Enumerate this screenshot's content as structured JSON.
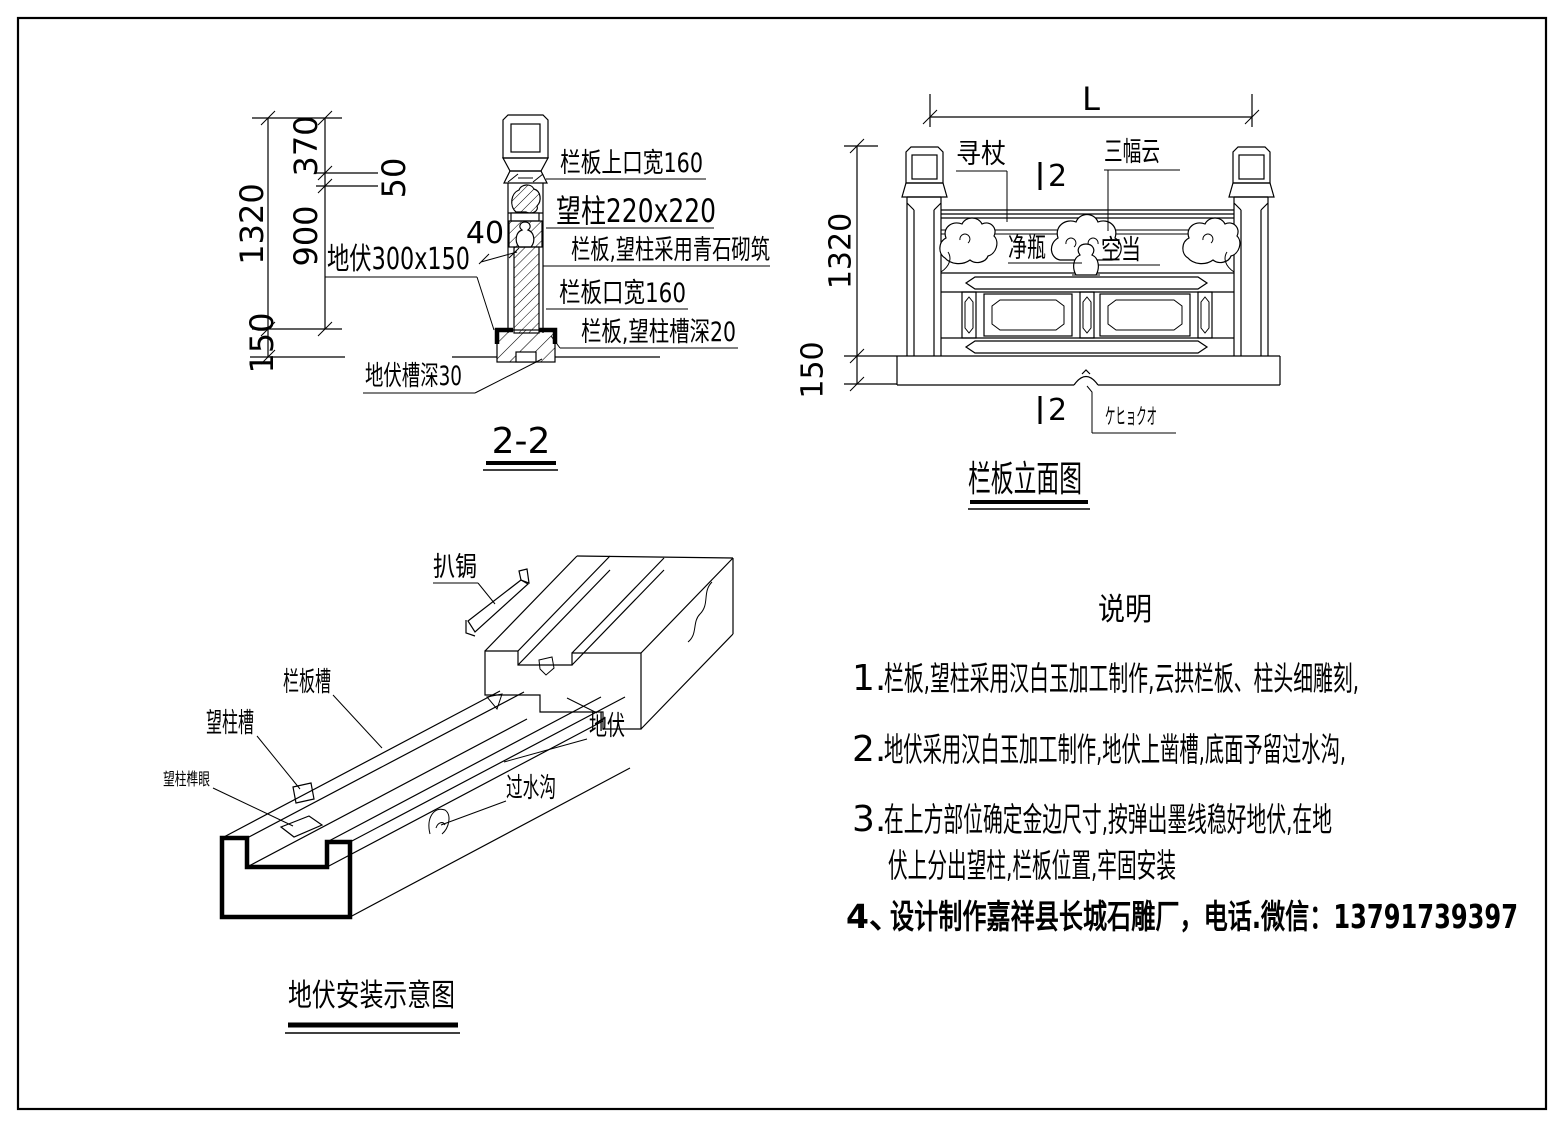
{
  "canvas": {
    "bg": "#ffffff",
    "line_color": "#000000"
  },
  "section": {
    "title": "2-2",
    "dims": {
      "total_height": "1320",
      "cap_height": "370",
      "rail_gap": "50",
      "body_height": "900",
      "base_height": "150",
      "panel_width": "40"
    },
    "labels": {
      "top_width": "栏板上口宽160",
      "post_size": "望柱220x220",
      "material": "栏板,望柱采用青石砌筑",
      "mouth_width": "栏板口宽160",
      "groove_depth": "栏板,望柱槽深20",
      "difu_size": "地伏300x150",
      "difu_groove_depth": "地伏槽深30"
    }
  },
  "elevation": {
    "title": "栏板立面图",
    "dims": {
      "length": "L",
      "height": "1320",
      "base_height": "150"
    },
    "cut_mark": "2",
    "labels": {
      "handrail": "寻杖",
      "cloud": "三幅云",
      "vase": "净瓶",
      "gap": "空当",
      "drain": "ケヒョクオ"
    }
  },
  "isometric": {
    "title": "地伏安装示意图",
    "labels": {
      "cramp": "扒锔",
      "panel_groove": "栏板槽",
      "post_groove": "望柱槽",
      "post_mortise": "望柱榫眼",
      "difu": "地伏",
      "drain": "过水沟"
    }
  },
  "notes": {
    "title": "说明",
    "items": [
      {
        "no": "1.",
        "text": "栏板,望柱采用汉白玉加工制作,云拱栏板、柱头细雕刻,"
      },
      {
        "no": "2.",
        "text": "地伏采用汉白玉加工制作,地伏上凿槽,底面予留过水沟,"
      },
      {
        "no": "3.",
        "text": "在上方部位确定金边尺寸,按弹出墨线稳好地伏,在地"
      },
      {
        "no": "",
        "text": "伏上分出望柱,栏板位置,牢固安装"
      },
      {
        "no": "4、",
        "text": "设计制作嘉祥县长城石雕厂，电话.微信：13791739397"
      }
    ]
  }
}
